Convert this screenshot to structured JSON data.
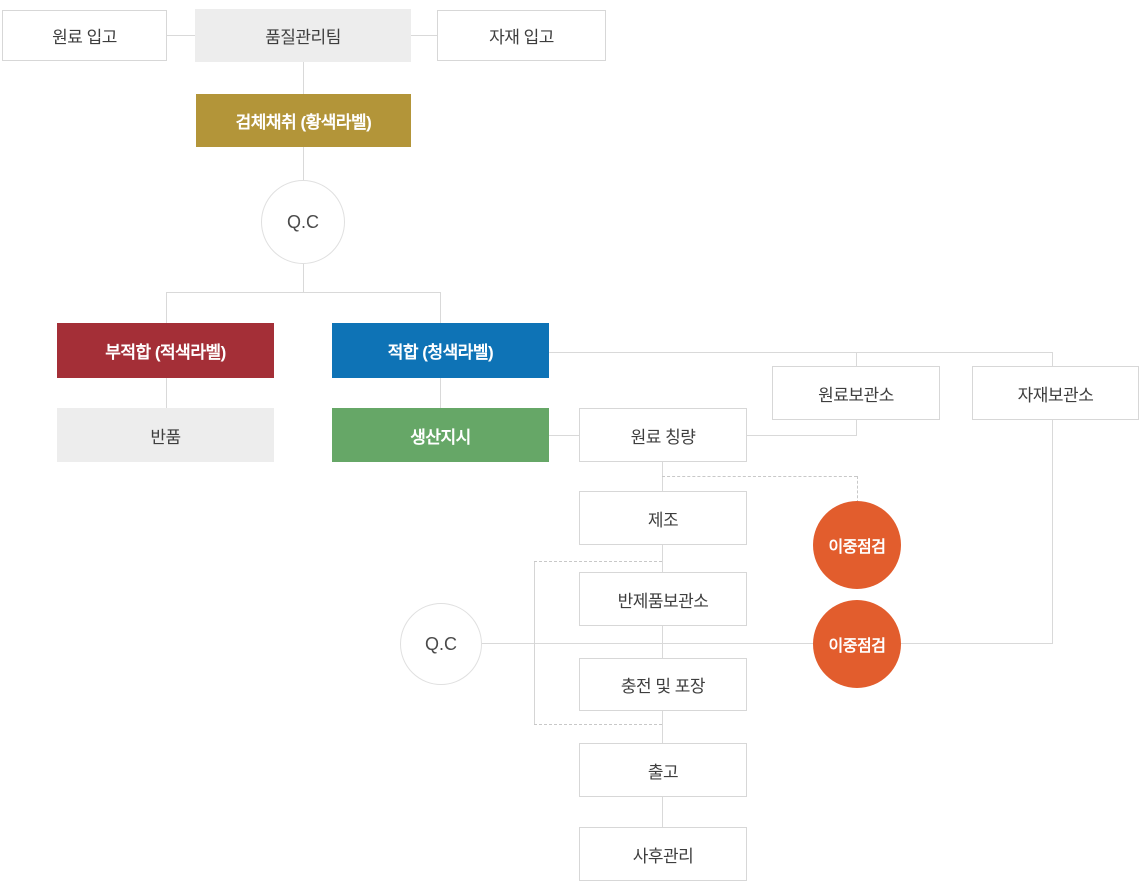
{
  "diagram": {
    "title": "quality-control-process-flowchart",
    "nodes": {
      "raw_in": {
        "label": "원료 입고"
      },
      "qc_team": {
        "label": "품질관리팀"
      },
      "material_in": {
        "label": "자재 입고"
      },
      "sampling": {
        "label": "검체채취 (황색라벨)"
      },
      "qc_1": {
        "label": "Q.C"
      },
      "reject": {
        "label": "부적합 (적색라벨)"
      },
      "pass": {
        "label": "적합 (청색라벨)"
      },
      "return_goods": {
        "label": "반품"
      },
      "production_order": {
        "label": "생산지시"
      },
      "raw_storage": {
        "label": "원료보관소"
      },
      "material_storage": {
        "label": "자재보관소"
      },
      "weighing": {
        "label": "원료 칭량"
      },
      "manufacturing": {
        "label": "제조"
      },
      "semi_storage": {
        "label": "반제품보관소"
      },
      "filling_packing": {
        "label": "충전 및 포장"
      },
      "qc_2": {
        "label": "Q.C"
      },
      "double_check_1": {
        "label": "이중점검"
      },
      "double_check_2": {
        "label": "이중점검"
      },
      "shipping": {
        "label": "출고"
      },
      "post_management": {
        "label": "사후관리"
      }
    },
    "colors": {
      "gold": "#b39539",
      "red": "#a42f37",
      "blue": "#0e73b6",
      "green": "#66a767",
      "orange": "#e25d2d",
      "gray_fill": "#ededed",
      "box_border": "#d7d7d7",
      "line": "#d9d9d9",
      "text": "#3e3e3e"
    }
  }
}
